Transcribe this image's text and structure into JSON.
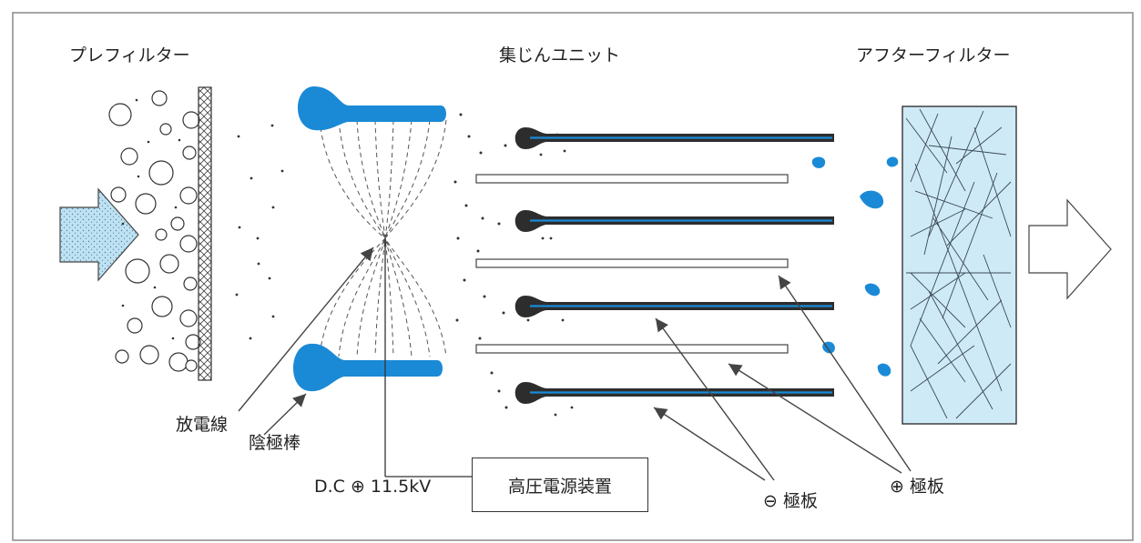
{
  "headings": {
    "prefilter": "プレフィルター",
    "collector": "集じんユニット",
    "afterfilter": "アフターフィルター"
  },
  "labels": {
    "discharge_wire": "放電線",
    "cathode_rod": "陰極棒",
    "dc_voltage": "D.C ⊕ 11.5kV",
    "power_supply": "高圧電源装置",
    "negative_plate": "⊖ 極板",
    "positive_plate": "⊕ 極板"
  },
  "colors": {
    "electrode_blue": "#1b8ad6",
    "filter_fill": "#cfeaf7",
    "arrow_fill": "#bfe2f2",
    "plate_dark": "#2d2d2d"
  }
}
